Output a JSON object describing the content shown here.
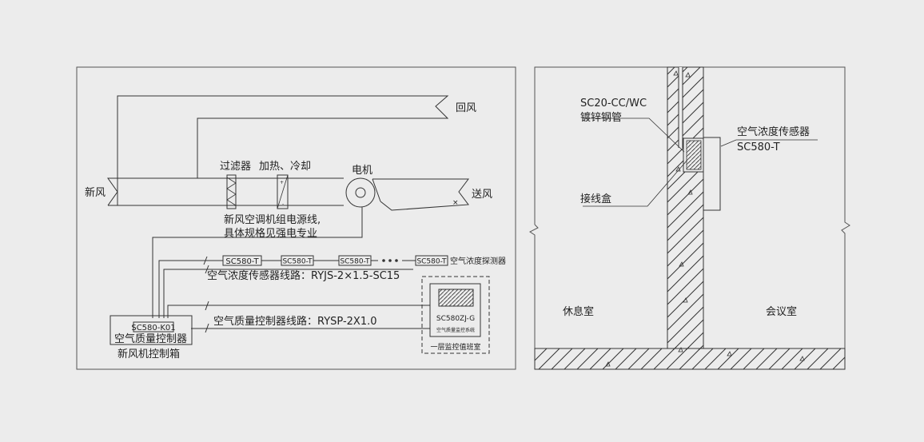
{
  "left_diagram": {
    "return_air": "回风",
    "fresh_air": "新风",
    "supply_air": "送风",
    "filter": "过滤器",
    "heat_cool": "加热、冷却",
    "motor": "电机",
    "power_note_1": "新风空调机组电源线,",
    "power_note_2": "具体规格见强电专业",
    "sensor_tag": "SC580-T",
    "sensor_chain_label": "空气浓度探测器",
    "sensor_line_label": "空气浓度传感器线路：RYJS-2×1.5-SC15",
    "controller_line_label": "空气质量控制器线路：RYSP-2X1.0",
    "controller_model": "SC580-K01",
    "controller_name": "空气质量控制器",
    "cabinet_name": "新风机控制箱",
    "system_model": "SC580ZJ-G",
    "system_name": "空气质量监控系统",
    "monitor_room": "一层监控值班室"
  },
  "right_diagram": {
    "pipe_label_1": "SC20-CC/WC",
    "pipe_label_2": "镀锌钢管",
    "sensor_label_1": "空气浓度传感器",
    "sensor_label_2": "SC580-T",
    "junction_box": "接线盒",
    "lounge": "休息室",
    "meeting_room": "会议室"
  }
}
